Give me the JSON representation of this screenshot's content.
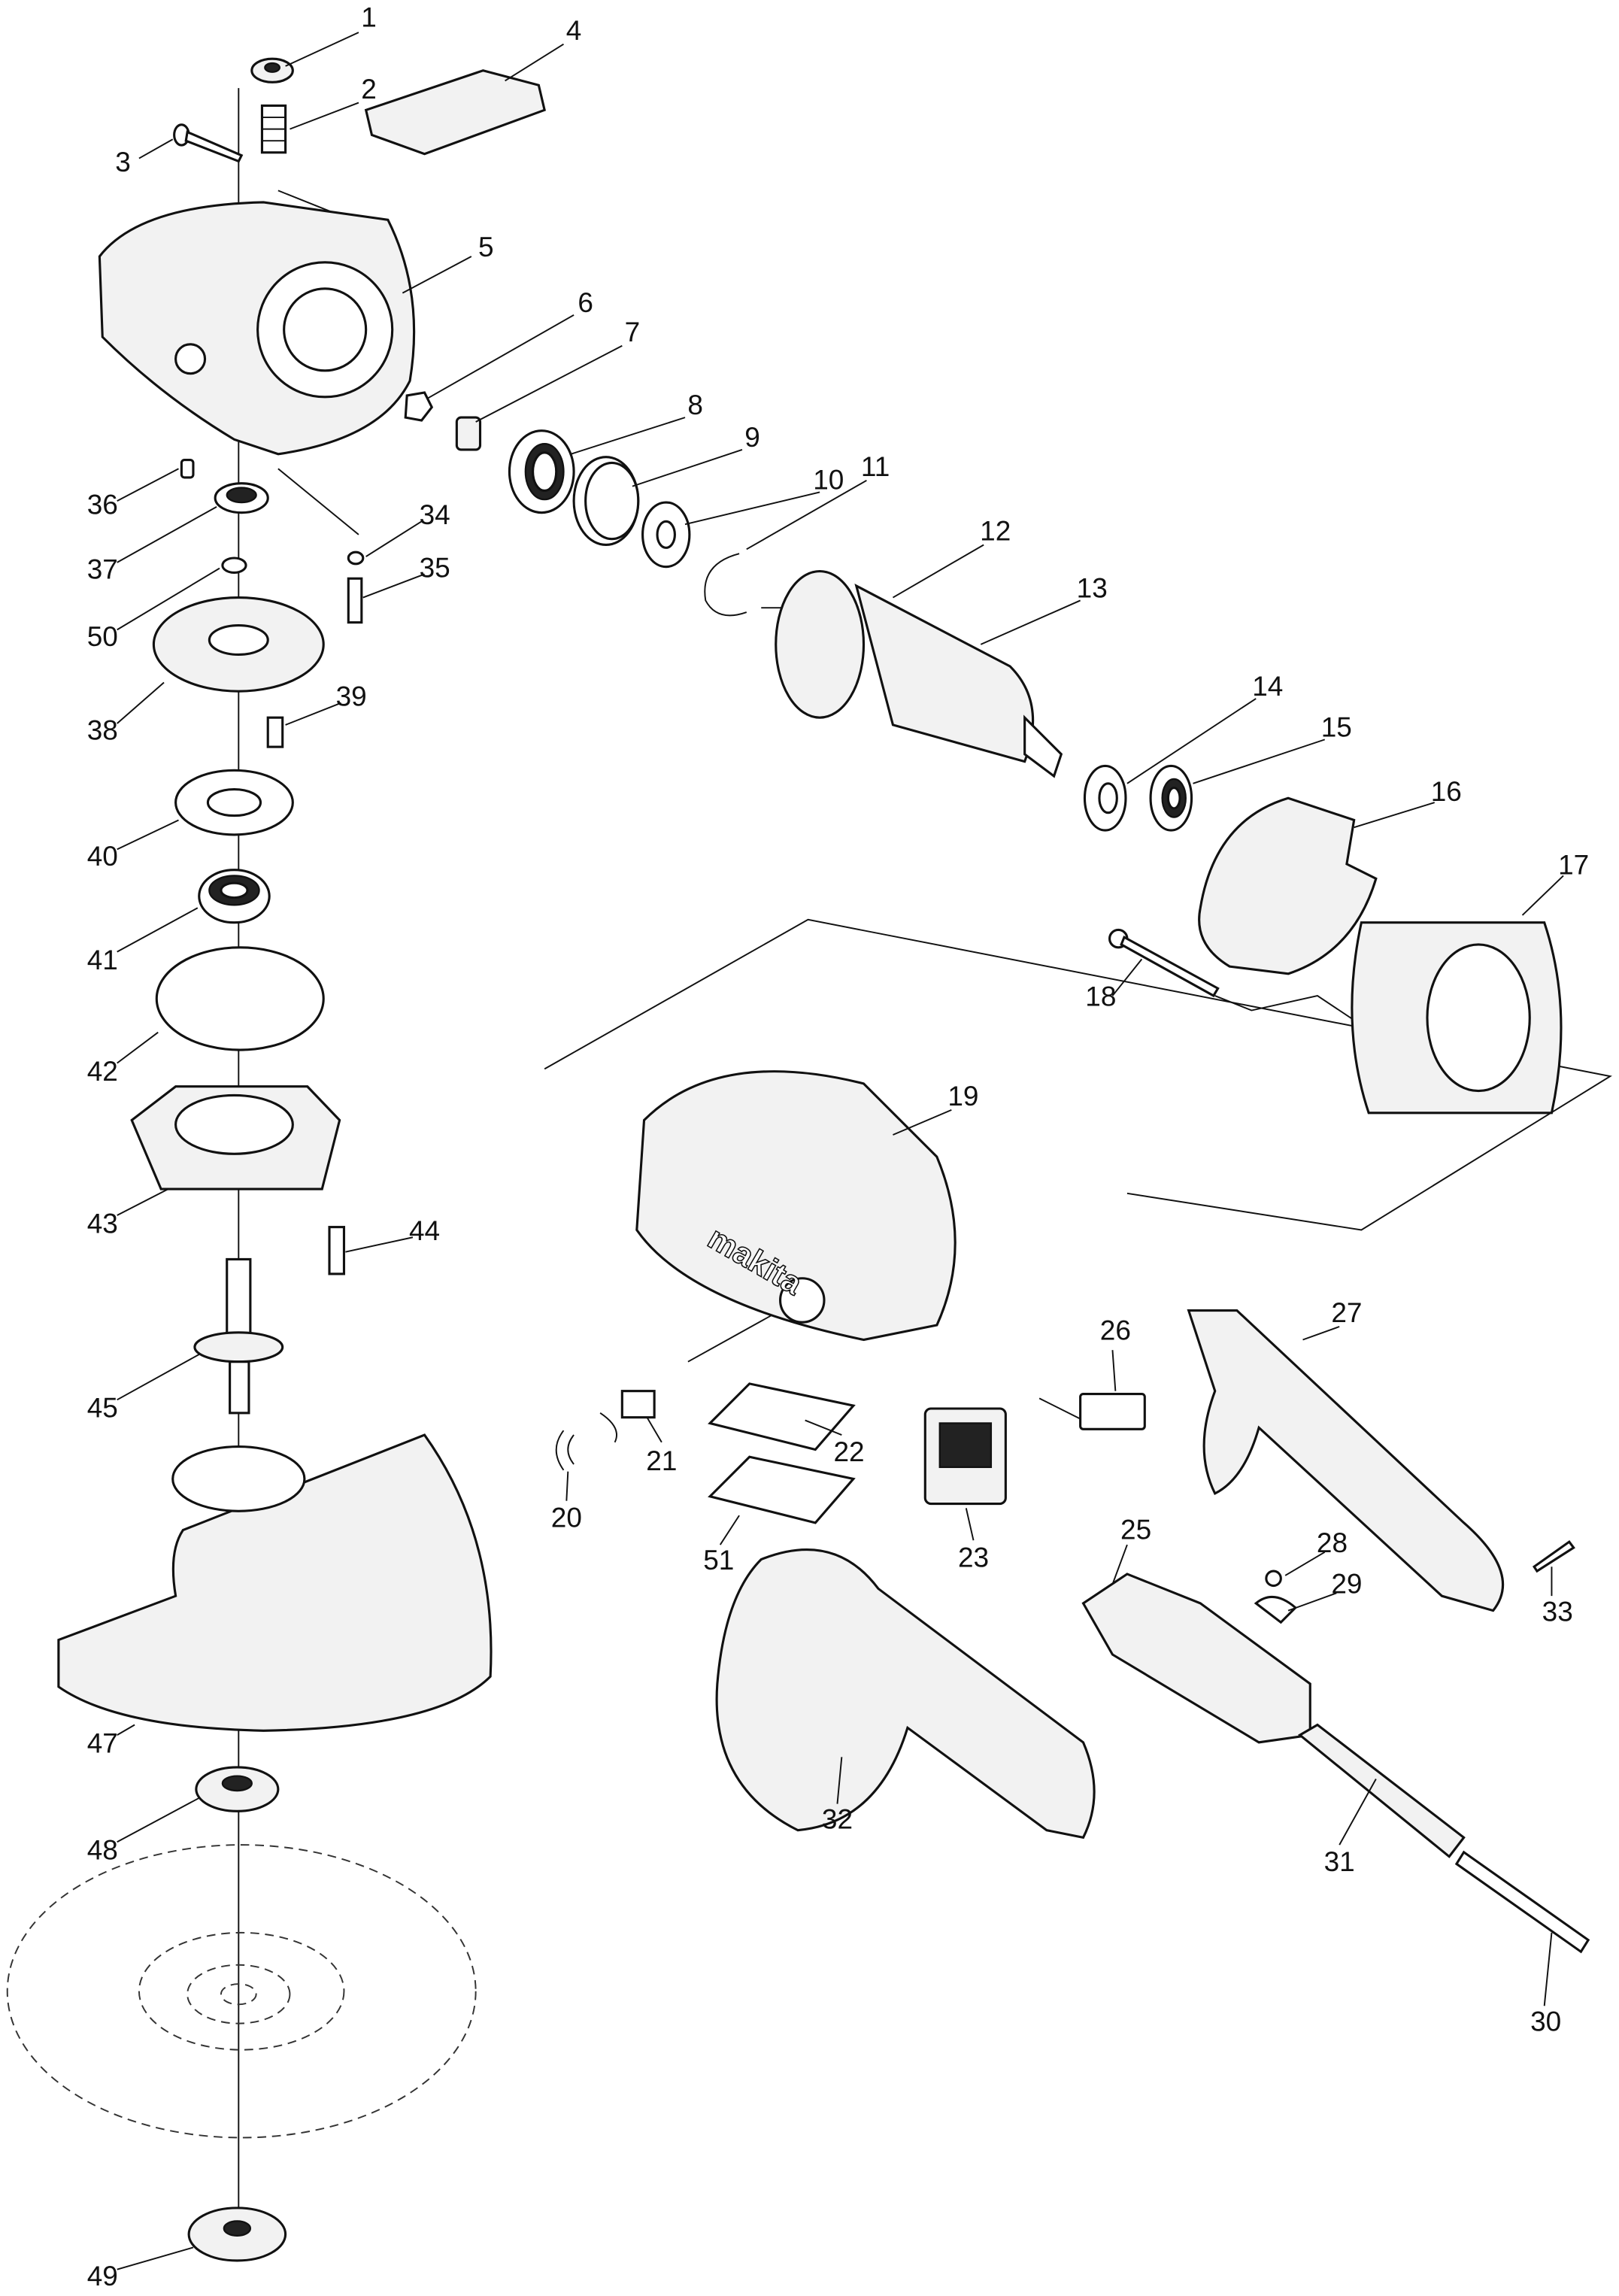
{
  "diagram": {
    "type": "exploded parts diagram",
    "callouts": [
      "1",
      "2",
      "3",
      "4",
      "5",
      "6",
      "7",
      "8",
      "9",
      "10",
      "11",
      "12",
      "13",
      "14",
      "15",
      "16",
      "17",
      "18",
      "19",
      "20",
      "21",
      "22",
      "23",
      "25",
      "26",
      "27",
      "28",
      "29",
      "30",
      "31",
      "32",
      "33",
      "34",
      "35",
      "36",
      "37",
      "38",
      "39",
      "40",
      "41",
      "42",
      "43",
      "44",
      "45",
      "47",
      "48",
      "49",
      "50",
      "51"
    ],
    "logo_text": "makita"
  }
}
